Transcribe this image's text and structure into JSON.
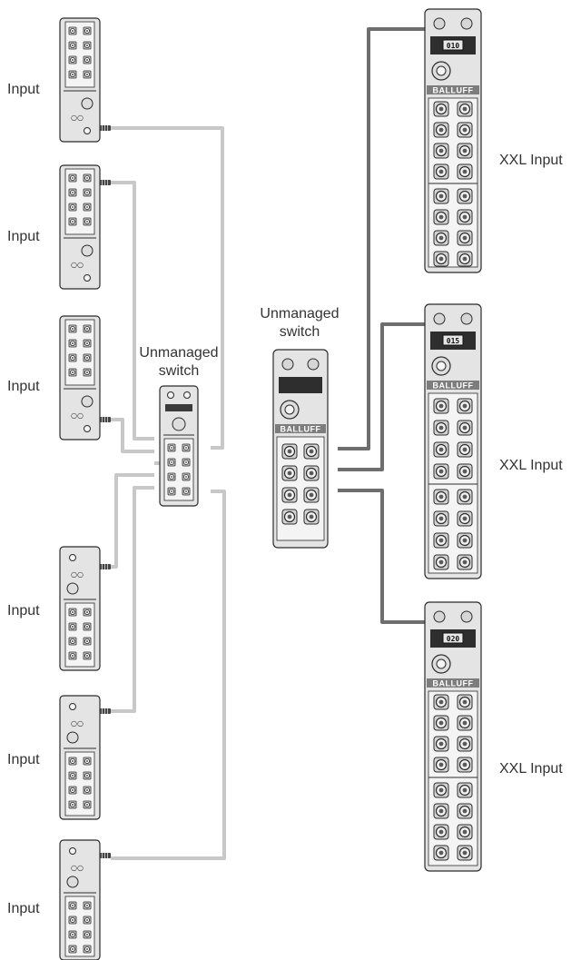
{
  "labels": {
    "input": "Input",
    "xxl_input": "XXL Input",
    "unmanaged": "Unmanaged",
    "switch": "switch"
  },
  "brand": "BALLUFF",
  "xxl_module_codes": [
    "010",
    "015",
    "020"
  ],
  "colors": {
    "cable_light": "#c8c8c8",
    "cable_dark": "#6e6e6e",
    "module_body": "#e4e4e4",
    "module_outline": "#2b2b2b",
    "display_dark": "#2e2e2e",
    "brand_band": "#7d7d7d"
  }
}
